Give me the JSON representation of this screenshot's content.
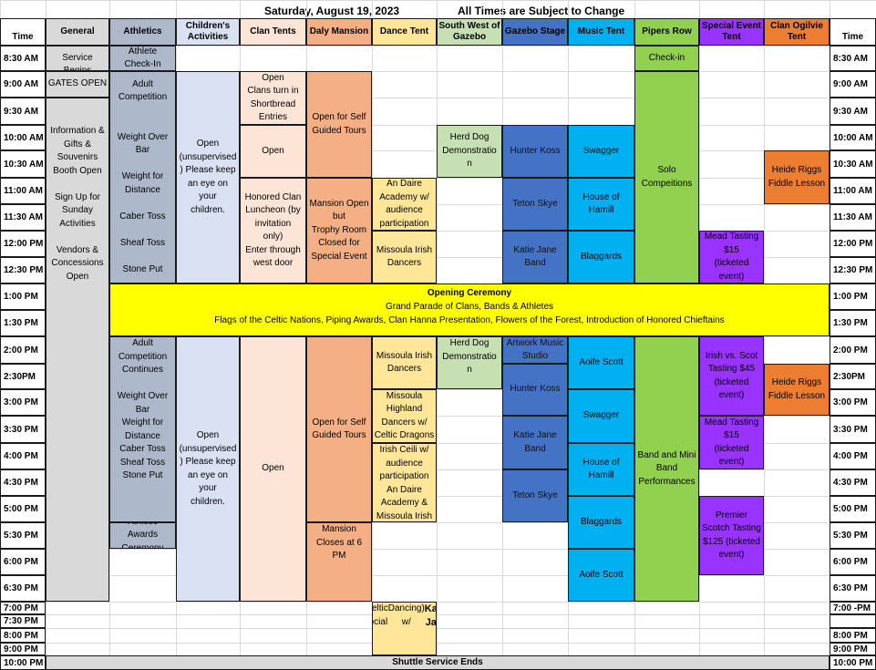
{
  "title": {
    "date": "Saturday, August 19, 2023",
    "notice": "All Times are Subject to Change"
  },
  "colors": {
    "General": "#d9d9d9",
    "Athletics": "#adb9ca",
    "Childrens": "#d9e1f2",
    "ClanTents": "#fce4d6",
    "DalyMansion": "#f4b084",
    "DanceTent": "#ffe699",
    "SouthWest": "#c6e0b4",
    "GazeboStage": "#4472c4",
    "MusicTent": "#00b0f0",
    "PipersRow": "#92d050",
    "SpecialEvent": "#9933ff",
    "ClanOgilvie": "#ed7d31",
    "Ceremony": "#ffff00",
    "Shuttle": "#d9d9d9"
  },
  "columns": [
    "Time",
    "General",
    "Athletics",
    "Children's Activities",
    "Clan Tents",
    "Daly Mansion",
    "Dance Tent",
    "South West of Gazebo",
    "Gazebo Stage",
    "Music Tent",
    "Pipers Row",
    "Special Event Tent",
    "Clan Ogilvie Tent",
    "Time"
  ],
  "times_left": [
    "8:30 AM",
    "9:00 AM",
    "9:30 AM",
    "10:00 AM",
    "10:30 AM",
    "11:00 AM",
    "11:30 AM",
    "12:00 PM",
    "12:30 PM",
    "1:00 PM",
    "1:30 PM",
    "2:00 PM",
    "2:30PM",
    "3:00 PM",
    "3:30 PM",
    "4:00 PM",
    "4:30 PM",
    "5:00 PM",
    "5:30 PM",
    "6:00 PM",
    "6:30 PM",
    "7:00 PM",
    "7:30 PM",
    "8:00 PM",
    "9:00 PM",
    "10:00 PM"
  ],
  "times_right": [
    "8:30 AM",
    "9:00 AM",
    "9:30 AM",
    "10:00 AM",
    "10:30 AM",
    "11:00 AM",
    "11:30 AM",
    "12:00 PM",
    "12:30 PM",
    "1:00 PM",
    "1:30 PM",
    "2:00 PM",
    "2:30PM",
    "3:00 PM",
    "3:30 PM",
    "4:00 PM",
    "4:30 PM",
    "5:00 PM",
    "5:30 PM",
    "6:00 PM",
    "6:30 PM",
    "7:00 -PM",
    "",
    "8:00 PM",
    "9:00 PM",
    "10:00 PM"
  ],
  "events": [
    {
      "col": 1,
      "r0": 0,
      "r1": 0,
      "text": "Shuttle\nService Begins",
      "color": "General"
    },
    {
      "col": 1,
      "r0": 1,
      "r1": 1,
      "text": "GATES OPEN",
      "color": "General"
    },
    {
      "col": 1,
      "r0": 2,
      "r1": 20,
      "text": "\n\nInformation &\nGifts &\nSouvenirs\nBooth Open\n\nSign Up for\nSunday\nActivities\n\nVendors &\nConcessions\nOpen",
      "color": "General",
      "top": true
    },
    {
      "col": 2,
      "r0": 0,
      "r1": 0,
      "text": "Athlete\nCheck-In",
      "color": "Athletics"
    },
    {
      "col": 2,
      "r0": 1,
      "r1": 8,
      "text": "Adult\nCompetition\n\n\nWeight Over\nBar\n\nWeight for\nDistance\n\nCaber Toss\n\nSheaf Toss\n\nStone Put",
      "color": "Athletics"
    },
    {
      "col": 2,
      "r0": 11,
      "r1": 17,
      "text": "Adult\nCompetition\nContinues\n\nWeight Over\nBar\nWeight for\nDistance\nCaber Toss\nSheaf Toss\nStone Put",
      "color": "Athletics",
      "top": true
    },
    {
      "col": 2,
      "r0": 18,
      "r1": 18,
      "text": "Athletic\nAwards\nCeremony",
      "color": "Athletics"
    },
    {
      "col": 3,
      "r0": 1,
      "r1": 8,
      "text": "Open\n(unsupervised\n) Please keep\nan eye on your\nchildren.",
      "color": "Childrens"
    },
    {
      "col": 3,
      "r0": 11,
      "r1": 20,
      "text": "Open\n(unsupervised\n) Please keep\nan eye on your\nchildren.",
      "color": "Childrens"
    },
    {
      "col": 4,
      "r0": 1,
      "r1": 2,
      "text": "Open\nClans turn in\nShortbread\nEntries",
      "color": "ClanTents"
    },
    {
      "col": 4,
      "r0": 3,
      "r1": 4,
      "text": "Open",
      "color": "ClanTents"
    },
    {
      "col": 4,
      "r0": 5,
      "r1": 8,
      "text": "Honored Clan\nLuncheon (by\ninvitation\nonly)\nEnter through\nwest door",
      "color": "ClanTents"
    },
    {
      "col": 4,
      "r0": 11,
      "r1": 20,
      "text": "Open",
      "color": "ClanTents"
    },
    {
      "col": 5,
      "r0": 1,
      "r1": 4,
      "text": "Open for Self\nGuided Tours",
      "color": "DalyMansion"
    },
    {
      "col": 5,
      "r0": 5,
      "r1": 8,
      "text": "Mansion Open\nbut\nTrophy Room\nClosed for\nSpecial Event",
      "color": "DalyMansion"
    },
    {
      "col": 5,
      "r0": 11,
      "r1": 17,
      "text": "Open for Self\nGuided Tours",
      "color": "DalyMansion"
    },
    {
      "col": 5,
      "r0": 18,
      "r1": 20,
      "text": "Mansion\nCloses  at 6\nPM",
      "color": "DalyMansion",
      "top": true
    },
    {
      "col": 6,
      "r0": 5,
      "r1": 6,
      "text": "An Daire\nAcademy w/\naudience\nparticipation",
      "color": "DanceTent"
    },
    {
      "col": 6,
      "r0": 7,
      "r1": 8,
      "text": "Missoula Irish\nDancers",
      "color": "DanceTent"
    },
    {
      "col": 6,
      "r0": 11,
      "r1": 12,
      "text": "Missoula Irish\nDancers",
      "color": "DanceTent"
    },
    {
      "col": 6,
      "r0": 13,
      "r1": 14,
      "text": "Missoula\nHighland\nDancers w/\nCeltic Dragons",
      "color": "DanceTent"
    },
    {
      "col": 6,
      "r0": 15,
      "r1": 17,
      "text": "Irish Ceili w/\naudience\nparticipation\nAn Daire\nAcademy &\nMissoula Irish\nDancers",
      "color": "DanceTent",
      "top": true
    },
    {
      "col": 6,
      "r0": 21,
      "r1": 24,
      "text": "Free Ceilidh\n(Celtic Social\nDancing) w/\nKatie Jane\nBand",
      "color": "DanceTent",
      "top": true
    },
    {
      "col": 7,
      "r0": 3,
      "r1": 4,
      "text": "Herd Dog\nDemonstratio\nn",
      "color": "SouthWest"
    },
    {
      "col": 7,
      "r0": 11,
      "r1": 12,
      "text": "Herd Dog\nDemonstratio\nn",
      "color": "SouthWest",
      "top": true
    },
    {
      "col": 8,
      "r0": 3,
      "r1": 4,
      "text": "Hunter Koss",
      "color": "GazeboStage"
    },
    {
      "col": 8,
      "r0": 5,
      "r1": 6,
      "text": "Teton Skye",
      "color": "GazeboStage"
    },
    {
      "col": 8,
      "r0": 7,
      "r1": 8,
      "text": "Katie Jane\nBand",
      "color": "GazeboStage"
    },
    {
      "col": 8,
      "r0": 11,
      "r1": 11,
      "text": "Artwork Music\nStudio",
      "color": "GazeboStage"
    },
    {
      "col": 8,
      "r0": 12,
      "r1": 13,
      "text": "Hunter Koss",
      "color": "GazeboStage"
    },
    {
      "col": 8,
      "r0": 14,
      "r1": 15,
      "text": "Katie Jane\nBand",
      "color": "GazeboStage"
    },
    {
      "col": 8,
      "r0": 16,
      "r1": 17,
      "text": "Teton Skye",
      "color": "GazeboStage"
    },
    {
      "col": 9,
      "r0": 3,
      "r1": 4,
      "text": "Swagger",
      "color": "MusicTent"
    },
    {
      "col": 9,
      "r0": 5,
      "r1": 6,
      "text": "House of\nHamill",
      "color": "MusicTent"
    },
    {
      "col": 9,
      "r0": 7,
      "r1": 8,
      "text": "Blaggards",
      "color": "MusicTent"
    },
    {
      "col": 9,
      "r0": 11,
      "r1": 12,
      "text": "Aoife Scott",
      "color": "MusicTent"
    },
    {
      "col": 9,
      "r0": 13,
      "r1": 14,
      "text": "Swagger",
      "color": "MusicTent"
    },
    {
      "col": 9,
      "r0": 15,
      "r1": 16,
      "text": "House of\nHamill",
      "color": "MusicTent"
    },
    {
      "col": 9,
      "r0": 17,
      "r1": 18,
      "text": "Blaggards",
      "color": "MusicTent"
    },
    {
      "col": 9,
      "r0": 19,
      "r1": 20,
      "text": "Aoife Scott",
      "color": "MusicTent"
    },
    {
      "col": 10,
      "r0": 0,
      "r1": 0,
      "text": "Check-in",
      "color": "PipersRow"
    },
    {
      "col": 10,
      "r0": 1,
      "r1": 8,
      "text": "Solo\nCompeitions",
      "color": "PipersRow"
    },
    {
      "col": 10,
      "r0": 11,
      "r1": 20,
      "text": "Band and Mini\nBand\nPerformances",
      "color": "PipersRow"
    },
    {
      "col": 11,
      "r0": 7,
      "r1": 8,
      "text": "Mead Tasting\n$15\n(ticketed\nevent)",
      "color": "SpecialEvent"
    },
    {
      "col": 11,
      "r0": 11,
      "r1": 13,
      "text": "Irish vs. Scot\nTasting $45\n(ticketed\nevent)",
      "color": "SpecialEvent"
    },
    {
      "col": 11,
      "r0": 14,
      "r1": 15,
      "text": "Mead Tasting\n$15\n(ticketed\nevent)",
      "color": "SpecialEvent"
    },
    {
      "col": 11,
      "r0": 17,
      "r1": 19,
      "text": "Premier\nScotch Tasting\n$125 (ticketed\nevent)",
      "color": "SpecialEvent"
    },
    {
      "col": 12,
      "r0": 4,
      "r1": 5,
      "text": "Heide Riggs\nFiddle Lesson",
      "color": "ClanOgilvie"
    },
    {
      "col": 12,
      "r0": 12,
      "r1": 13,
      "text": "Heide Riggs\nFiddle Lesson",
      "color": "ClanOgilvie"
    }
  ],
  "ceremony": {
    "line1": "Opening Ceremony",
    "line2": "Grand Parade of Clans, Bands & Athletes",
    "line3": "Flags of the Celtic Nations, Piping Awards, Clan Hanna Presentation, Flowers of the Forest, Introduction of Honored Chieftains"
  },
  "shuttle_end": "Shuttle Service Ends"
}
